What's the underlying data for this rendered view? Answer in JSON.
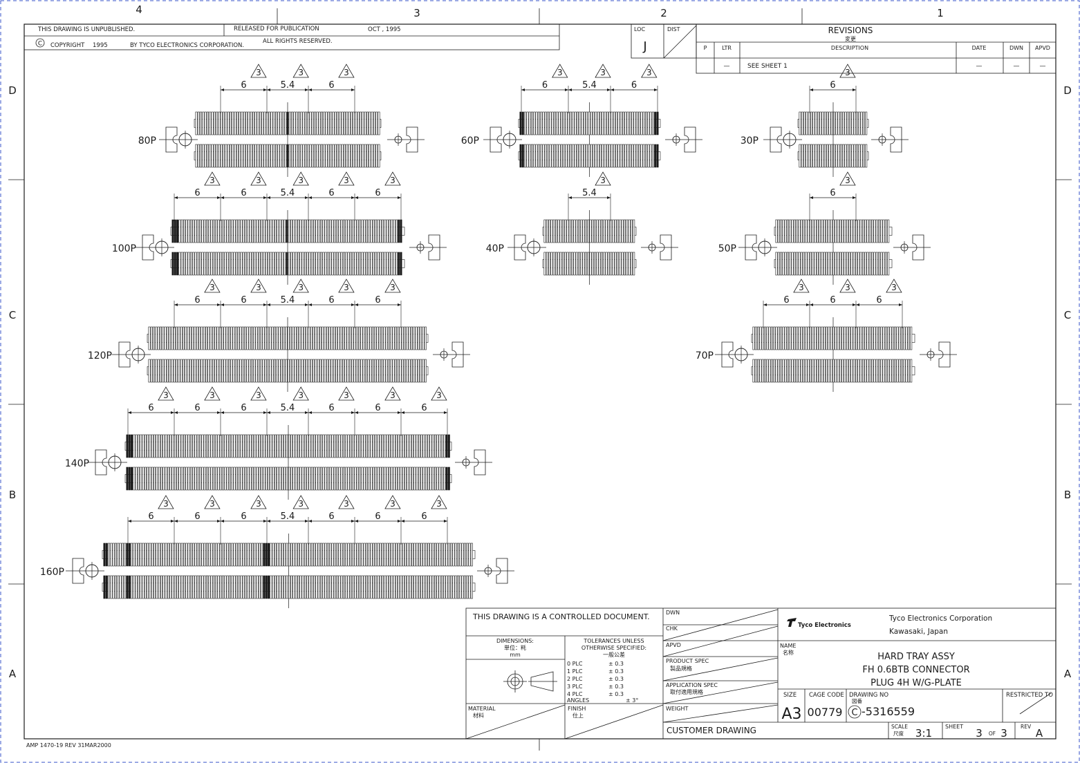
{
  "zones": {
    "columns": [
      "4",
      "3",
      "2",
      "1"
    ],
    "rows": [
      "D",
      "C",
      "B",
      "A"
    ]
  },
  "top_block": {
    "unpublished": "THIS DRAWING IS UNPUBLISHED.",
    "released": "RELEASED FOR PUBLICATION",
    "release_date": "OCT , 1995",
    "copyright_symbol": "C",
    "copyright_label": "COPYRIGHT",
    "copyright_year": "1995",
    "copyright_by": "BY TYCO ELECTRONICS CORPORATION.",
    "rights": "ALL RIGHTS RESERVED.",
    "loc_label": "LOC",
    "loc_value": "J",
    "dist_label": "DIST"
  },
  "revisions": {
    "title": "REVISIONS",
    "title_jp": "変更",
    "col_p": "P",
    "col_ltr": "LTR",
    "col_desc": "DESCRIPTION",
    "col_date": "DATE",
    "col_dwn": "DWN",
    "col_apvd": "APVD",
    "row_ltr": "—",
    "row_desc": "SEE SHEET 1",
    "row_date": "—",
    "row_dwn": "—",
    "row_apvd": "—"
  },
  "connectors": [
    {
      "label": "80P",
      "dims": [
        "6",
        "5.4",
        "6"
      ]
    },
    {
      "label": "60P",
      "dims": [
        "6",
        "5.4",
        "6"
      ]
    },
    {
      "label": "30P",
      "dims": [
        "6"
      ]
    },
    {
      "label": "100P",
      "dims": [
        "6",
        "6",
        "5.4",
        "6",
        "6"
      ]
    },
    {
      "label": "40P",
      "dims": [
        "5.4"
      ]
    },
    {
      "label": "50P",
      "dims": [
        "6"
      ]
    },
    {
      "label": "120P",
      "dims": [
        "6",
        "6",
        "5.4",
        "6",
        "6"
      ]
    },
    {
      "label": "70P",
      "dims": [
        "6",
        "6",
        "6"
      ]
    },
    {
      "label": "140P",
      "dims": [
        "6",
        "6",
        "6",
        "5.4",
        "6",
        "6",
        "6"
      ]
    },
    {
      "label": "160P",
      "dims": [
        "6",
        "6",
        "6",
        "5.4",
        "6",
        "6",
        "6"
      ]
    }
  ],
  "note_flag": "3",
  "title_block": {
    "controlled": "THIS DRAWING IS A CONTROLLED DOCUMENT.",
    "dimensions": "DIMENSIONS:",
    "dimensions_jp": "単位：粍",
    "dimensions_unit": "mm",
    "tolerances_1": "TOLERANCES UNLESS",
    "tolerances_2": "OTHERWISE SPECIFIED:",
    "tolerances_jp": "一般公差",
    "tol_rows": [
      {
        "plc": "0  PLC",
        "val": "± 0.3"
      },
      {
        "plc": "1  PLC",
        "val": "± 0.3"
      },
      {
        "plc": "2  PLC",
        "val": "± 0.3"
      },
      {
        "plc": "3  PLC",
        "val": "± 0.3"
      },
      {
        "plc": "4  PLC",
        "val": "± 0.3"
      }
    ],
    "angles": "ANGLES",
    "angles_val": "± 3°",
    "material": "MATERIAL",
    "material_jp": "材料",
    "finish": "FINISH",
    "finish_jp": "仕上",
    "dwn": "DWN",
    "chk": "CHK",
    "apvd": "APVD",
    "product_spec": "PRODUCT SPEC",
    "product_spec_jp": "製品規格",
    "application_spec": "APPLICATION SPEC",
    "application_spec_jp": "取付適用規格",
    "weight": "WEIGHT",
    "customer": "CUSTOMER DRAWING",
    "company_logo": "Tyco Electronics",
    "company_name": "Tyco Electronics Corporation",
    "company_city": "Kawasaki, Japan",
    "name_label": "NAME",
    "name_jp": "名称",
    "name_1": "HARD TRAY ASSY",
    "name_2": "FH 0.6BTB CONNECTOR",
    "name_3": "PLUG 4H W/G-PLATE",
    "size_label": "SIZE",
    "size_value": "A3",
    "cage_label": "CAGE CODE",
    "cage_value": "00779",
    "drawing_label": "DRAWING NO",
    "drawing_jp": "図番",
    "drawing_prefix": "C",
    "drawing_value": "-5316559",
    "restricted": "RESTRICTED TO",
    "scale_label": "SCALE",
    "scale_jp": "尺度",
    "scale_value": "3:1",
    "sheet_label": "SHEET",
    "sheet_value": "3",
    "sheet_of": "OF",
    "sheet_total": "3",
    "rev_label": "REV",
    "rev_value": "A"
  },
  "form_number": "AMP 1470-19 REV 31MAR2000"
}
